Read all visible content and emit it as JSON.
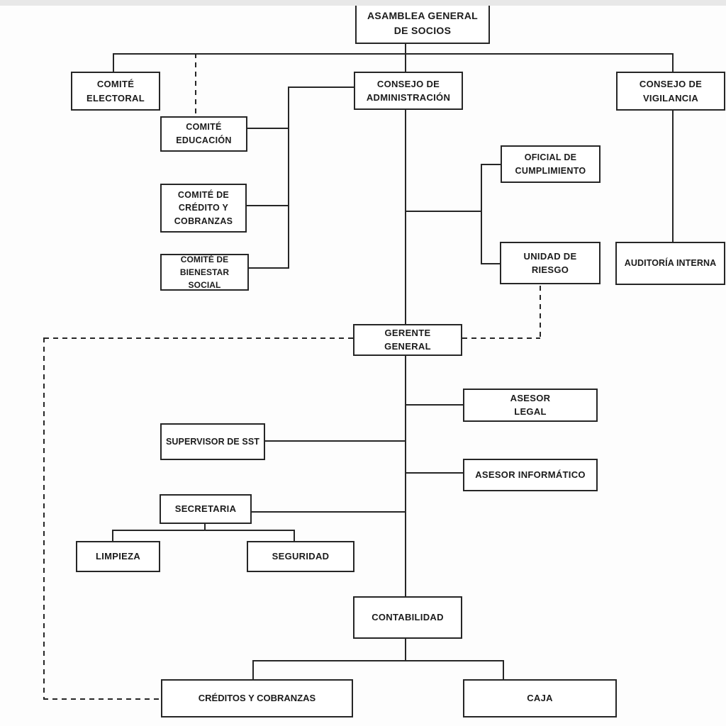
{
  "nodes": {
    "asamblea": {
      "label": "ASAMBLEA GENERAL\nDE SOCIOS"
    },
    "comite_electoral": {
      "label": "COMITÉ\nELECTORAL"
    },
    "comite_educacion": {
      "label": "COMITÉ\nEDUCACIÓN"
    },
    "consejo_admin": {
      "label": "CONSEJO DE\nADMINISTRACIÓN"
    },
    "consejo_vigilancia": {
      "label": "CONSEJO DE\nVIGILANCIA"
    },
    "oficial_cumplimiento": {
      "label": "OFICIAL DE\nCUMPLIMIENTO"
    },
    "comite_credito": {
      "label": "COMITÉ DE\nCRÉDITO Y\nCOBRANZAS"
    },
    "comite_bienestar": {
      "label": "COMITÉ DE\nBIENESTAR SOCIAL"
    },
    "unidad_riesgo": {
      "label": "UNIDAD DE\nRIESGO"
    },
    "auditoria_interna": {
      "label": "AUDITORÍA INTERNA"
    },
    "gerente_general": {
      "label": "GERENTE\nGENERAL"
    },
    "asesor_legal": {
      "label": "ASESOR\nLEGAL"
    },
    "supervisor_sst": {
      "label": "SUPERVISOR DE SST"
    },
    "asesor_informatico": {
      "label": "ASESOR INFORMÁTICO"
    },
    "secretaria": {
      "label": "SECRETARIA"
    },
    "limpieza": {
      "label": "LIMPIEZA"
    },
    "seguridad": {
      "label": "SEGURIDAD"
    },
    "contabilidad": {
      "label": "CONTABILIDAD"
    },
    "creditos_cobranzas": {
      "label": "CRÉDITOS Y COBRANZAS"
    },
    "caja": {
      "label": "CAJA"
    }
  },
  "colors": {
    "line": "#262626",
    "box_border": "#262626",
    "box_fill": "#ffffff",
    "background": "#fdfdfd",
    "footer_strip": "#e8e8e8"
  }
}
